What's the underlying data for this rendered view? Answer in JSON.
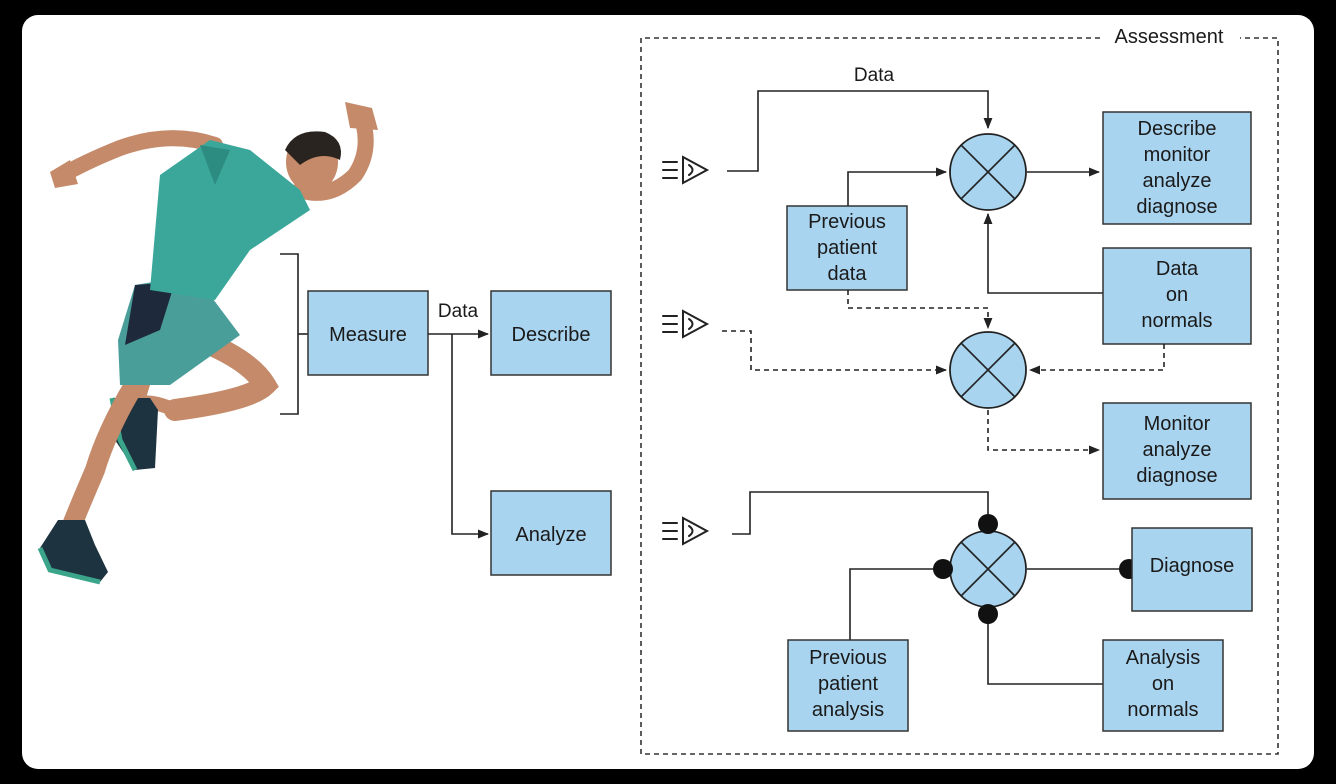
{
  "colors": {
    "box_fill": "#a9d4ef",
    "box_stroke": "#333333",
    "line": "#222222",
    "background": "#ffffff",
    "frame": "#000000"
  },
  "figure": {
    "icon": "runner-silhouette"
  },
  "left_flow": {
    "measure": "Measure",
    "data_label": "Data",
    "describe": "Describe",
    "analyze": "Analyze"
  },
  "assessment": {
    "title": "Assessment",
    "top": {
      "data_label": "Data",
      "output": [
        "Describe",
        "monitor",
        "analyze",
        "diagnose"
      ],
      "previous": [
        "Previous",
        "patient",
        "data"
      ],
      "normals": [
        "Data",
        "on",
        "normals"
      ]
    },
    "middle": {
      "output": [
        "Monitor",
        "analyze",
        "diagnose"
      ]
    },
    "bottom": {
      "output": "Diagnose",
      "previous": [
        "Previous",
        "patient",
        "analysis"
      ],
      "normals": [
        "Analysis",
        "on",
        "normals"
      ]
    }
  }
}
